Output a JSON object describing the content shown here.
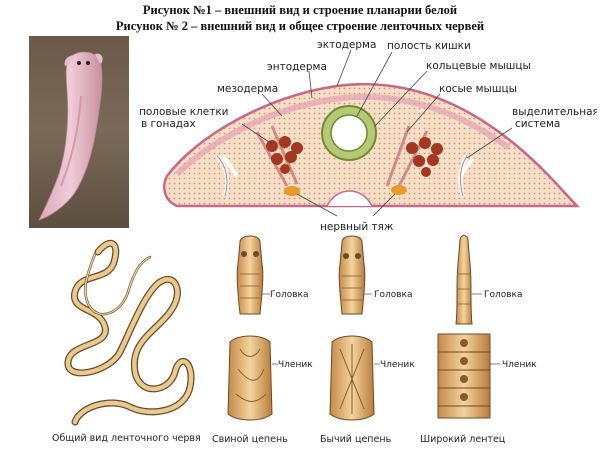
{
  "titles": {
    "line1": "Рисунок №1 – внешний вид и строение планарии белой",
    "line2": "Рисунок № 2 –  внешний вид и общее строение ленточных червей"
  },
  "cross_section": {
    "labels": {
      "ectoderm": "эктодерма",
      "entoderm": "энтодерма",
      "gut_cavity": "полость кишки",
      "mesoderm": "мезодерма",
      "ring_muscles": "кольцевые мышцы",
      "oblique_muscles": "косые мышцы",
      "sex_cells_1": "половые клетки",
      "sex_cells_2": "в гонадах",
      "excretory_1": "выделительная",
      "excretory_2": "система",
      "nerve_cord": "нервный тяж"
    }
  },
  "specimens": {
    "general": {
      "caption": "Общий вид ленточного червя"
    },
    "pork": {
      "head": "Головка",
      "segment": "Членик",
      "caption": "Свиной цепень"
    },
    "beef": {
      "head": "Головка",
      "segment": "Членик",
      "caption": "Бычий цепень"
    },
    "broad": {
      "head": "Головка",
      "segment": "Членик",
      "caption": "Широкий лентец"
    }
  }
}
